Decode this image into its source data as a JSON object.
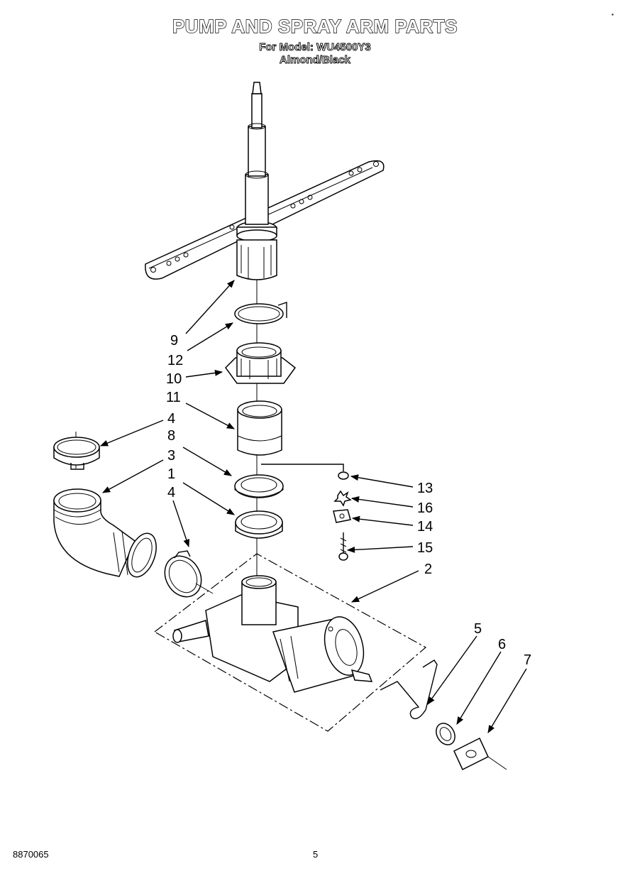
{
  "header": {
    "title": "PUMP AND SPRAY ARM PARTS",
    "model_line": "For Model: WU4500Y3",
    "color_line": "Almond/Black"
  },
  "corner_mark": "▪",
  "footer": {
    "doc_number": "8870065",
    "page_number": "5"
  },
  "callouts": {
    "c9": "9",
    "c12": "12",
    "c10": "10",
    "c11": "11",
    "c4a": "4",
    "c8": "8",
    "c3": "3",
    "c1": "1",
    "c4b": "4",
    "c13": "13",
    "c16": "16",
    "c14": "14",
    "c15": "15",
    "c2": "2",
    "c5": "5",
    "c6": "6",
    "c7": "7"
  }
}
